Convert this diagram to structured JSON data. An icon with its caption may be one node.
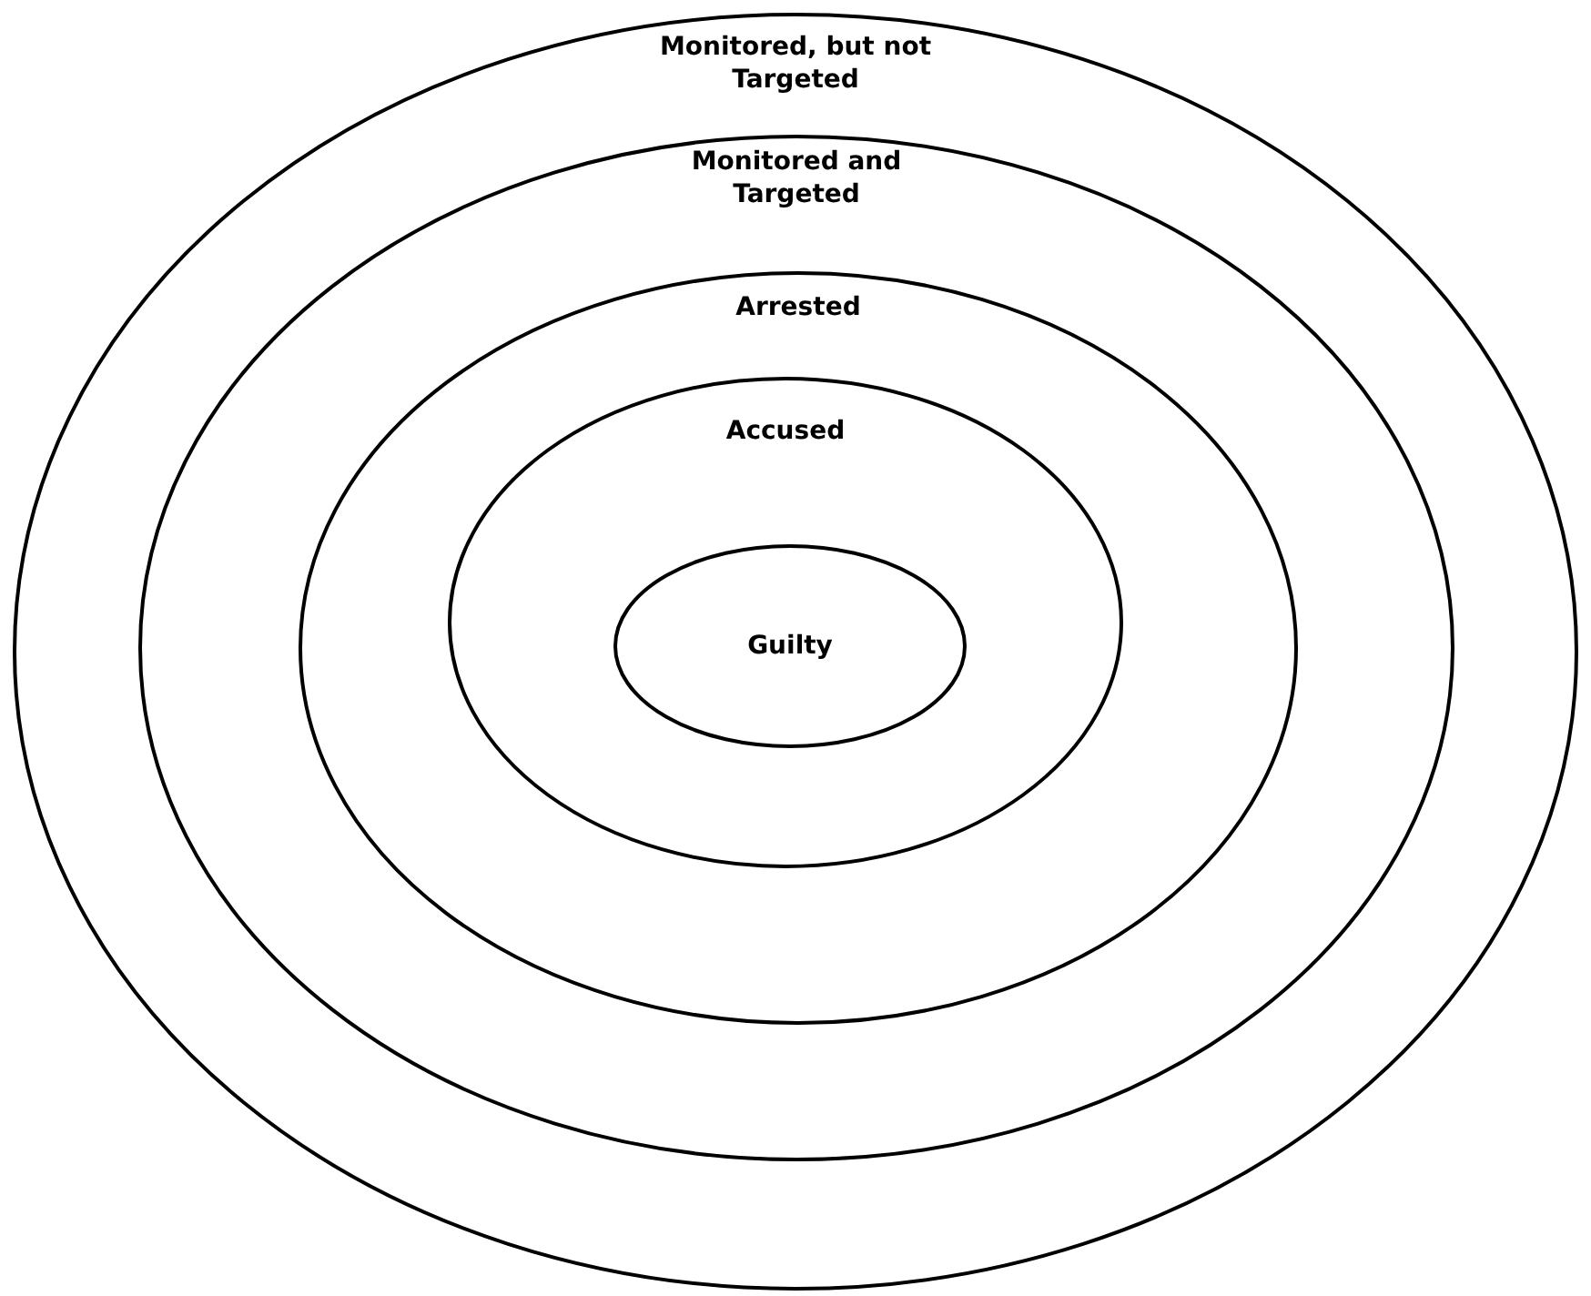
{
  "diagram": {
    "nodes": [
      {
        "text": [
          "Monitored, but not Targeted"
        ]
      },
      {
        "text": [
          "Monitored and Targeted"
        ],
        "in": 0
      },
      {
        "text": [
          "Arrested"
        ],
        "in": 1
      },
      {
        "text": [
          "Accused"
        ],
        "in": 2
      },
      {
        "text": [
          "Guilty"
        ],
        "in": 3
      }
    ]
  }
}
